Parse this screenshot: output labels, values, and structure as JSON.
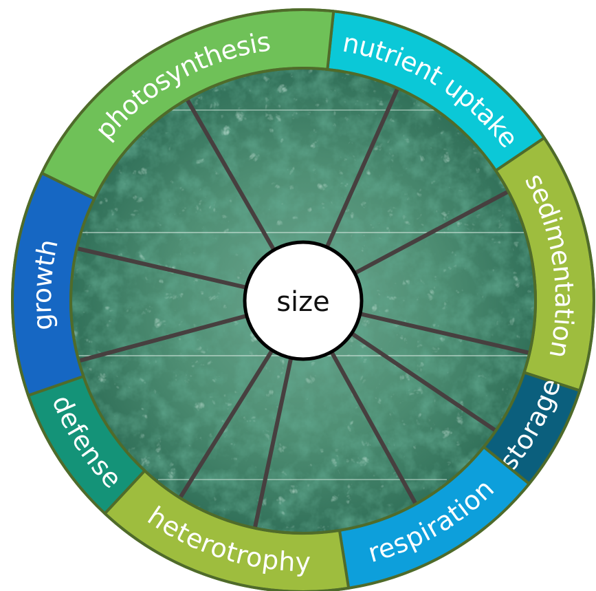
{
  "diagram": {
    "center_label": "size",
    "segments": [
      {
        "label": "nutrient uptake",
        "color": "#0bc8d7"
      },
      {
        "label": "sedimentation",
        "color": "#9ebd3e"
      },
      {
        "label": "storage",
        "color": "#0b5f7d"
      },
      {
        "label": "respiration",
        "color": "#0d9fdb"
      },
      {
        "label": "heterotrophy",
        "color": "#9ebd3e"
      },
      {
        "label": "defense",
        "color": "#149378"
      },
      {
        "label": "growth",
        "color": "#1667c3"
      },
      {
        "label": "photosynthesis",
        "color": "#6fc158"
      }
    ],
    "ring_outline_color": "#4f6b2a",
    "spoke_color": "#473f3f",
    "background_texture": "green phytoplankton micrograph"
  }
}
